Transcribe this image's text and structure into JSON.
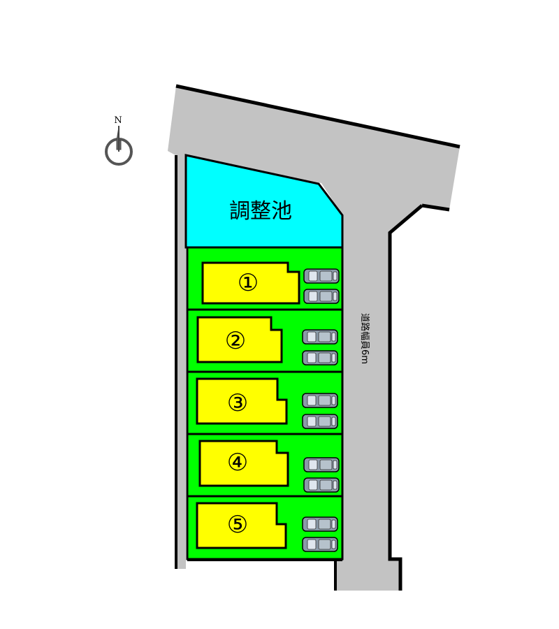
{
  "north_label": "N",
  "pond_label": "調整池",
  "road_label": "道路幅員6m",
  "lots": [
    {
      "label": "①",
      "parking": 2
    },
    {
      "label": "②",
      "parking": 2
    },
    {
      "label": "③",
      "parking": 2
    },
    {
      "label": "④",
      "parking": 2
    },
    {
      "label": "⑤",
      "parking": 2
    }
  ],
  "colors": {
    "road": "#c3c3c3",
    "pond": "#00ffff",
    "lot_ground": "#00ff00",
    "house": "#ffff00",
    "car": "#8a9aa8",
    "outline": "#000000"
  },
  "icons": [
    "compass-north-icon",
    "car-icon"
  ]
}
